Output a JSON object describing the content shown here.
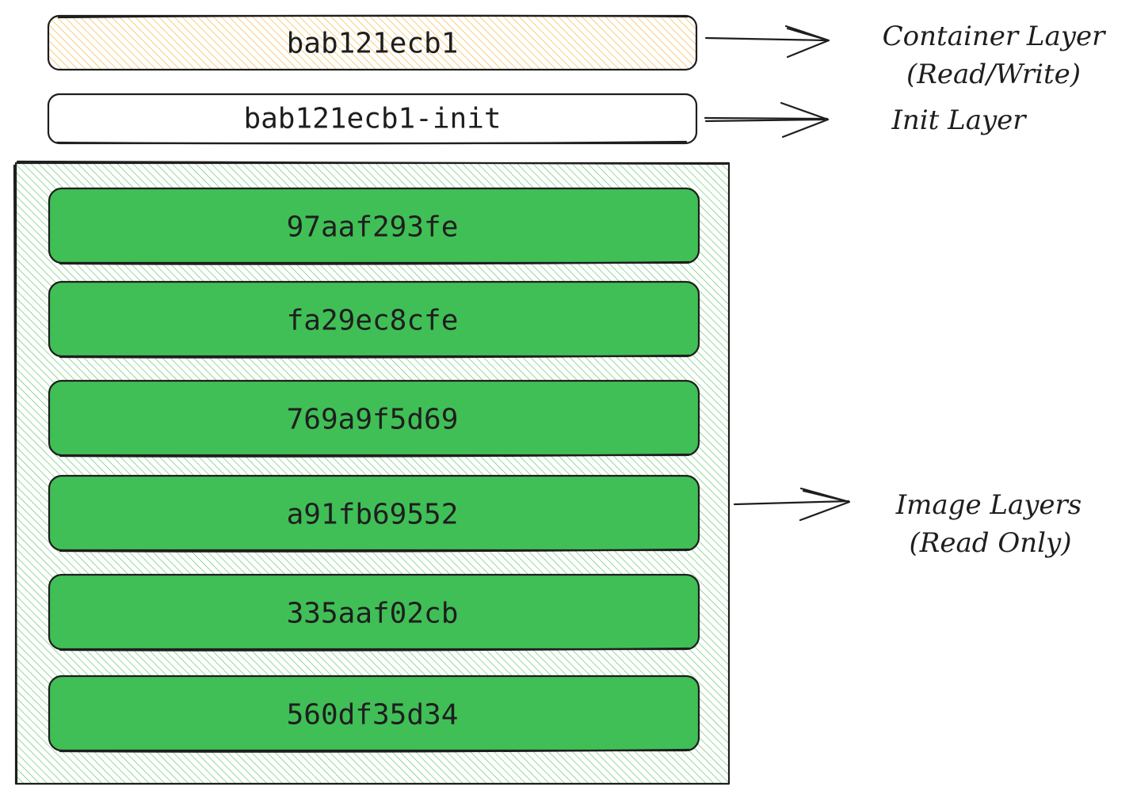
{
  "colors": {
    "stroke": "#1e1e1e",
    "container_fill": "#f5b944",
    "image_group_hatch": "#5cc465",
    "image_layer_fill": "#40bf56",
    "init_fill": "#ffffff"
  },
  "container_layer": {
    "id": "bab121ecb1",
    "label_line1": "Container Layer",
    "label_line2": "(Read/Write)"
  },
  "init_layer": {
    "id": "bab121ecb1-init",
    "label": "Init Layer"
  },
  "image_layers": {
    "label_line1": "Image Layers",
    "label_line2": "(Read Only)",
    "items": [
      {
        "id": "97aaf293fe"
      },
      {
        "id": "fa29ec8cfe"
      },
      {
        "id": "769a9f5d69"
      },
      {
        "id": "a91fb69552"
      },
      {
        "id": "335aaf02cb"
      },
      {
        "id": "560df35d34"
      }
    ]
  }
}
